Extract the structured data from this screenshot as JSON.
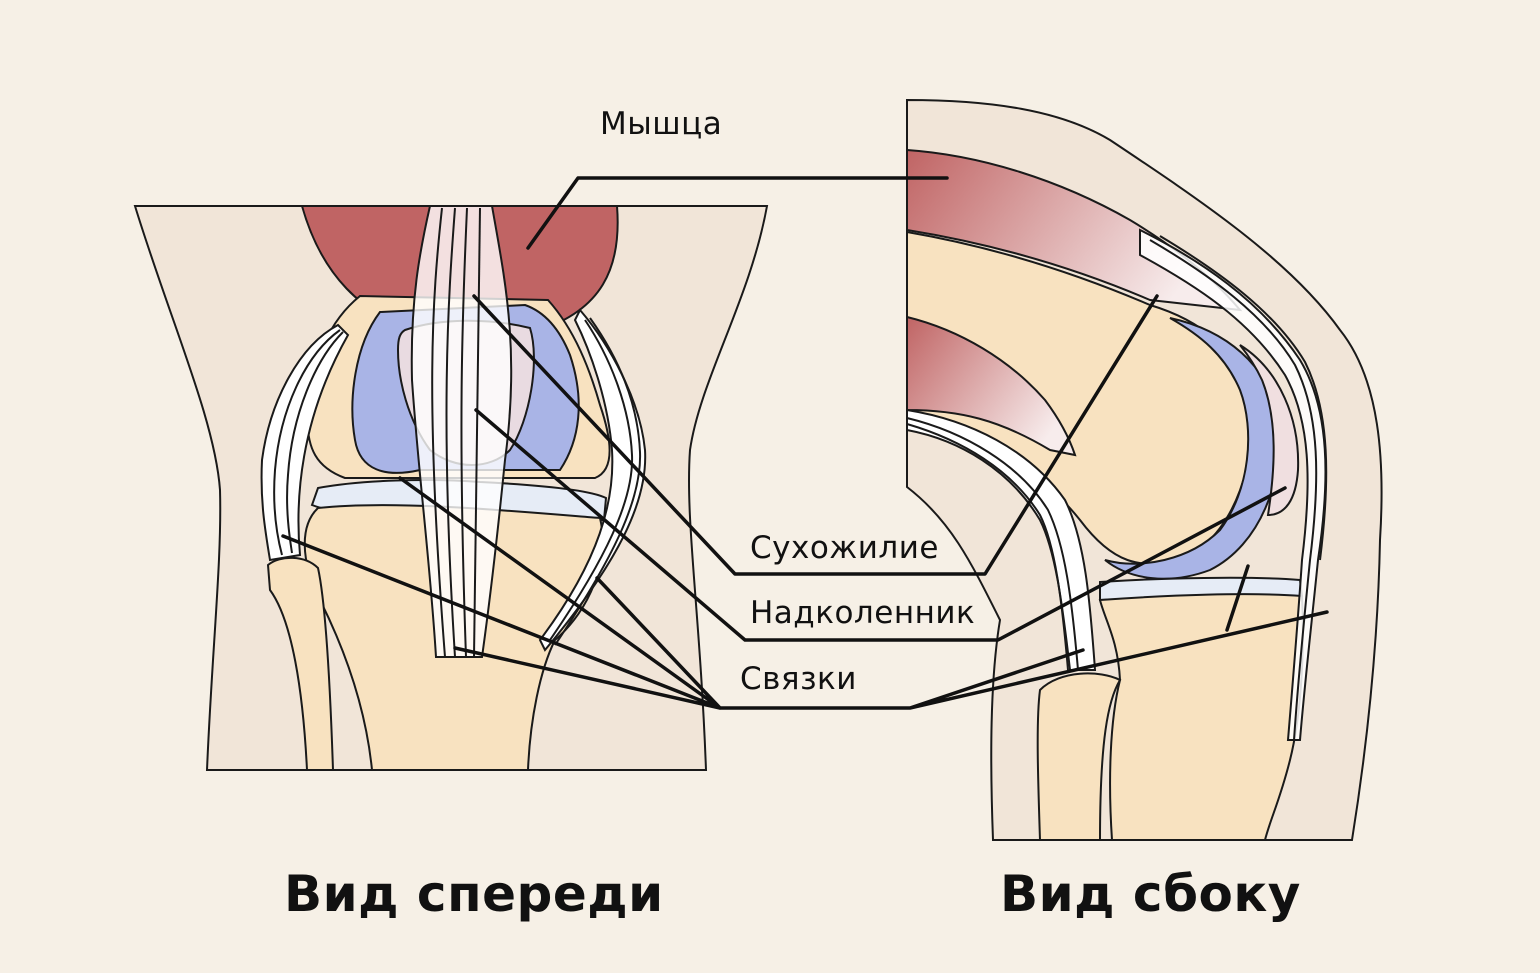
{
  "labels": {
    "muscle": "Мышца",
    "tendon": "Сухожилие",
    "kneecap": "Надколенник",
    "ligaments": "Связки"
  },
  "captions": {
    "front_view": "Вид спереди",
    "side_view": "Вид сбоку"
  },
  "colors": {
    "background": "#f6f0e6",
    "skin": "#f1e5d8",
    "bone": "#f8e2c0",
    "muscle": "#c06464",
    "cartilage": "#a9b4e6",
    "kneecap": "#f0dfe0",
    "meniscus": "#e6ecf6",
    "outline": "#1a1a1a"
  }
}
